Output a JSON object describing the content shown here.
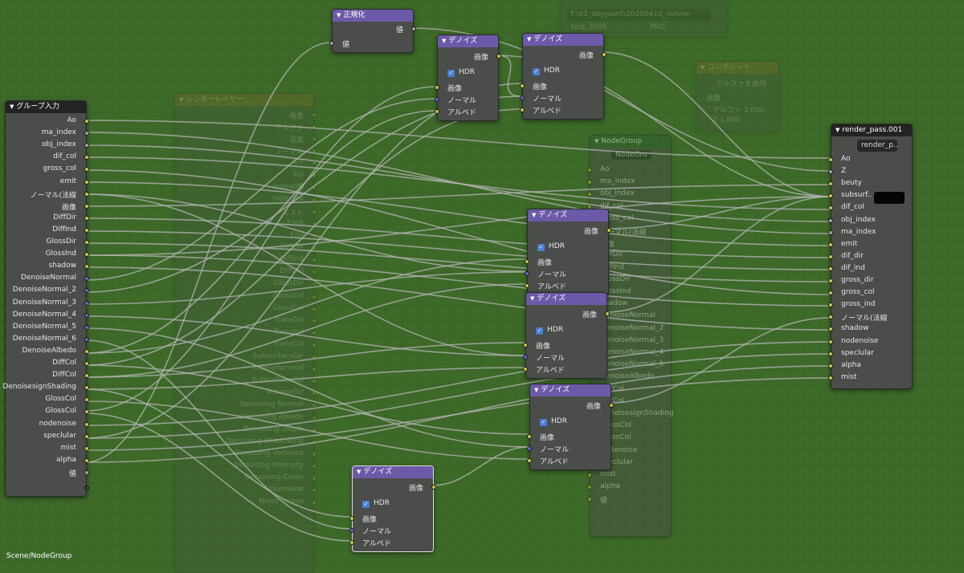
{
  "status_path": "Scene/NodeGroup",
  "colors": {
    "background": "#3d6a28",
    "denoise_header": "#6c5aa8",
    "group_header": "#232323",
    "image_socket": "#c8c83a",
    "vector_socket": "#6363c7",
    "float_socket": "#a1a1a1"
  },
  "group_input": {
    "title": "グループ入力",
    "outputs": [
      "Ao",
      "ma_index",
      "obj_index",
      "dif_col",
      "gross_col",
      "emit",
      "ノーマル(法線",
      "画像",
      "DiffDir",
      "DiffInd",
      "GlossDir",
      "GlossInd",
      "shadow",
      "DenoiseNormal",
      "DenoiseNormal_2",
      "DenoiseNormal_3",
      "DenoiseNormal_4",
      "DenoiseNormal_5",
      "DenoiseNormal_6",
      "DenoiseAlbedo",
      "DiffCol",
      "DiffCol",
      "DenoisesignShading",
      "GlossCol",
      "GlossCol",
      "nodenoise",
      "speclular",
      "mist",
      "alpha",
      "値"
    ]
  },
  "normalize": {
    "title": "正規化",
    "out_label": "値",
    "in_label": "値"
  },
  "denoise": {
    "title": "デノイズ",
    "hdr_label": "HDR",
    "out_label": "画像",
    "inputs": [
      "画像",
      "ノーマル",
      "アルベド"
    ],
    "checked_glyph": "✓"
  },
  "file_output": {
    "path": "F:\\01_deypaint\\20200410_ise\\ren",
    "file": "test_3506",
    "format": "PNG"
  },
  "composite": {
    "title": "コンポジット",
    "use_alpha": "アルファを使用",
    "inputs": [
      "画像",
      "アルファ 1.000",
      "Z 1.000"
    ]
  },
  "render_layers": {
    "title": "レンダーレイヤー",
    "outputs": [
      "画像",
      "アルファ",
      "深度",
      "ノーマル",
      "UV",
      "AO",
      "IndexOB",
      "IndexMA",
      "ミスト",
      "Emit",
      "Env",
      "DiffDir",
      "DiffInd",
      "DiffCol",
      "GlossDir",
      "GlossInd",
      "GlossCol",
      "TransDir",
      "TransInd",
      "TransCol",
      "SubsurfaceDir",
      "SubsurfaceInd",
      "SubsurfaceCol",
      "VolumeDir",
      "Denoising Normal",
      "Denoising Albedo",
      "Denoising Depth",
      "Denoising Shadowing",
      "Denoising Variance",
      "Denoising Intensity",
      "Denoising Clean",
      "VolumeInd",
      "Noisy Image"
    ]
  },
  "nodegroup": {
    "title": "NodeGroup",
    "selector": "NodeGro",
    "outputs": [
      "Ao",
      "ma_index",
      "obj_index",
      "dif_col",
      "gross_col",
      "ノーマル(法線",
      "画像",
      "DiffDir",
      "DiffInd",
      "GlossDir",
      "GlossInd",
      "shadow",
      "DenoiseNormal",
      "DenoiseNormal_2",
      "DenoiseNormal_3",
      "DenoiseNormal_4",
      "DenoiseNormal_5",
      "DenoiseAlbedo",
      "DiffCol",
      "DiffCol",
      "DenoisesignShading",
      "GlossCol",
      "GlossCol",
      "nodenoise",
      "speclular",
      "mist",
      "alpha",
      "値"
    ]
  },
  "render_pass": {
    "title": "render_pass.001",
    "selector": "render_p...",
    "inputs": [
      "Ao",
      "Z",
      "beuty",
      "subsurf..",
      "dif_col",
      "obj_index",
      "ma_index",
      "emit",
      "dif_dir",
      "dif_ind",
      "gross_dir",
      "gross_col",
      "gross_ind",
      "ノーマル(法線",
      "shadow",
      "nodenoise",
      "speclular",
      "alpha",
      "mist"
    ]
  }
}
